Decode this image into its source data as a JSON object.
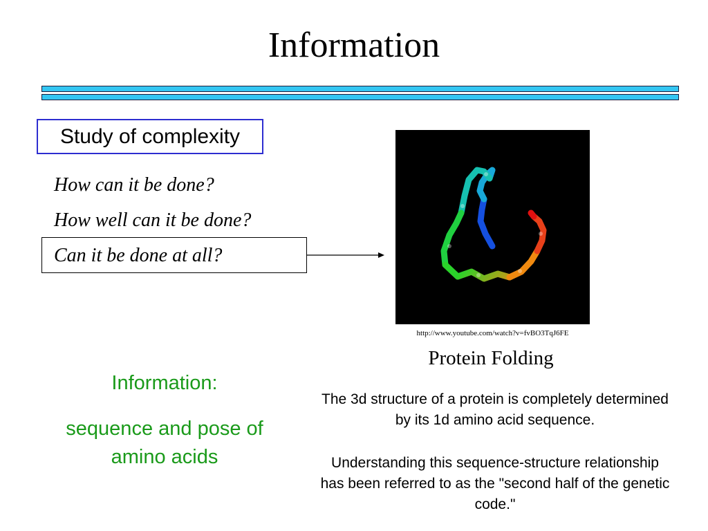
{
  "slide": {
    "title": "Information",
    "box_label": "Study of complexity",
    "questions": [
      "How can it be done?",
      "How well can it be done?",
      "Can it be done at all?"
    ],
    "image_url": "http://www.youtube.com/watch?v=fvBO3TqJ6FE",
    "caption": "Protein Folding",
    "info_label": "Information:",
    "info_desc": "sequence and pose of amino acids",
    "paragraph1": "The 3d structure of a protein is completely determined by its 1d amino acid sequence.",
    "paragraph2": "Understanding this sequence-structure relationship has been referred to as the \"second half of the genetic code.\""
  },
  "colors": {
    "rule": "#33c6f2",
    "box_border": "#2d2dd0",
    "green_text": "#1a9a1a",
    "image_background": "#000000"
  }
}
